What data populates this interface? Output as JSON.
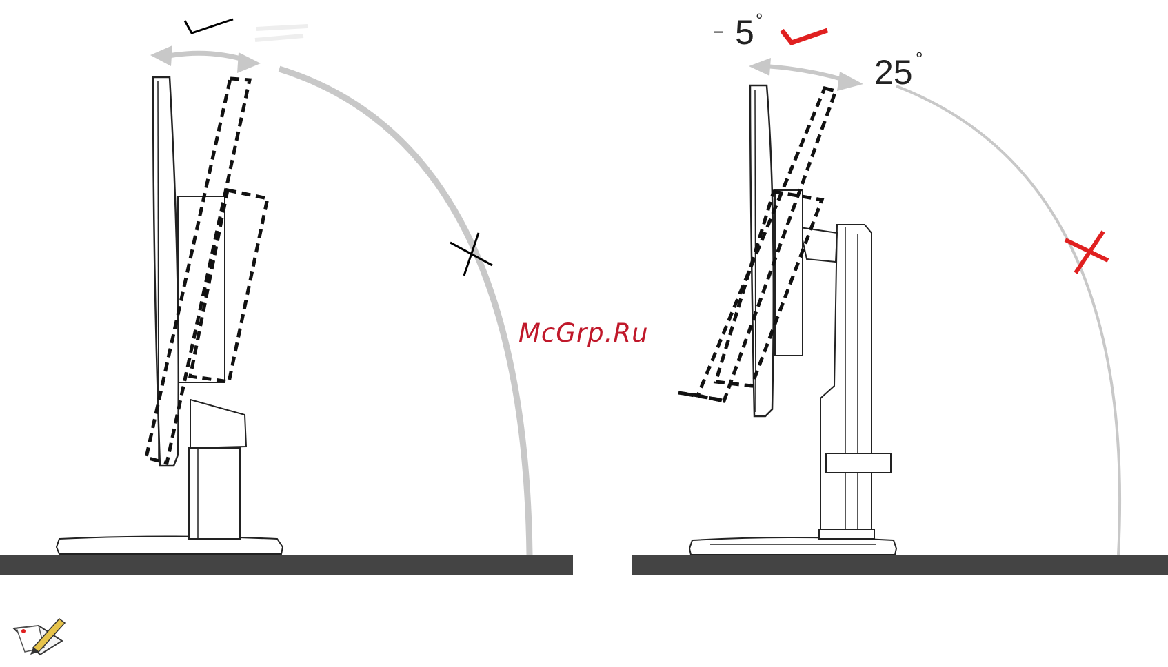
{
  "left_diagram": {
    "tilt_arrow_color": "#c8c8c8",
    "allowed_mark": "check",
    "forbidden_mark": "cross",
    "mark_color": "#000000"
  },
  "right_diagram": {
    "min_angle": "5",
    "min_sign": "−",
    "max_angle": "25",
    "degree_symbol": "°",
    "allowed_mark": "check",
    "forbidden_mark": "cross",
    "mark_color": "#e02020"
  },
  "watermark": {
    "text": "McGrp.Ru",
    "color": "#c0182a"
  },
  "note_icon": "note-pencil-icon",
  "colors": {
    "desk": "#444444",
    "arc": "#c8c8c8",
    "outline": "#222222"
  }
}
